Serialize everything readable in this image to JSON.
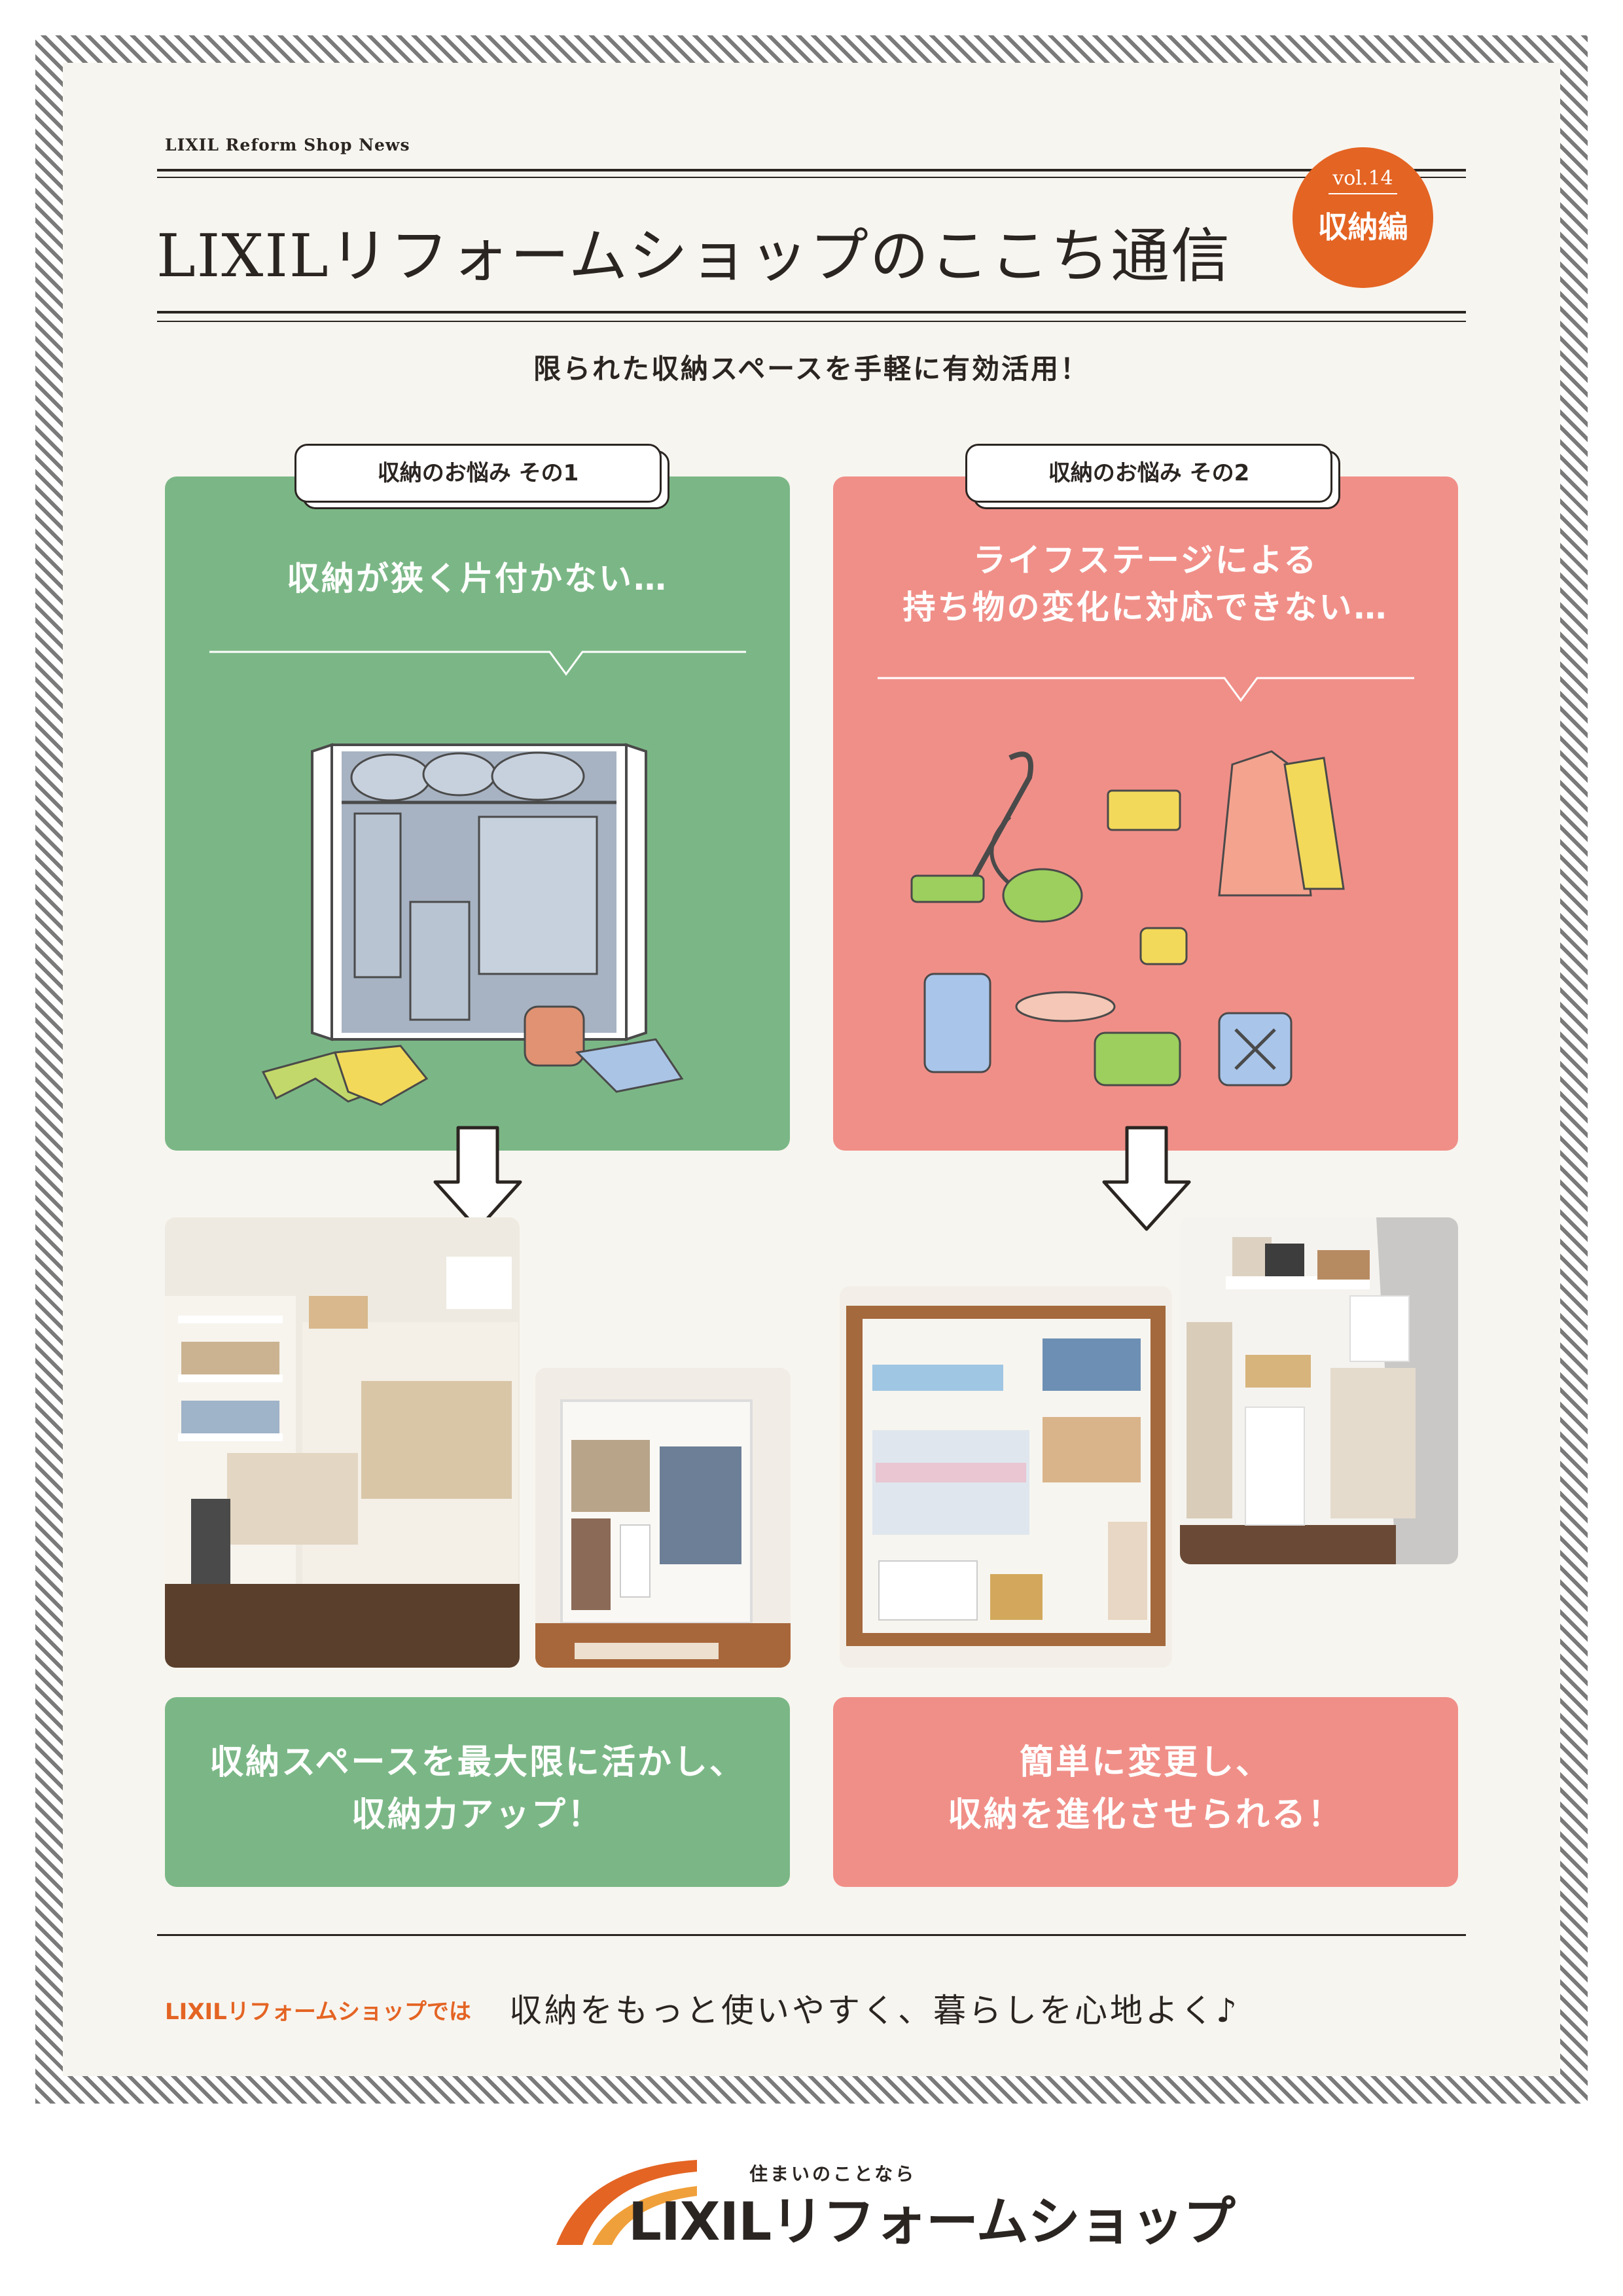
{
  "header": {
    "kicker": "LIXIL Reform Shop News",
    "title": "LIXILリフォームショップのここち通信",
    "badge_vol": "vol.14",
    "badge_label": "収納編"
  },
  "subtitle": "限られた収納スペースを手軽に有効活用！",
  "left": {
    "tag": "収納のお悩み その1",
    "headline": "収納が狭く片付かない…",
    "result_line1": "収納スペースを最大限に活かし、",
    "result_line2": "収納力アップ！"
  },
  "right": {
    "tag": "収納のお悩み その2",
    "headline_line1": "ライフステージによる",
    "headline_line2": "持ち物の変化に対応できない…",
    "result_line1": "簡単に変更し、",
    "result_line2": "収納を進化させられる！"
  },
  "footer": {
    "lead": "LIXILリフォームショップでは",
    "message": "収納をもっと使いやすく、暮らしを心地よく♪"
  },
  "logo": {
    "tagline": "住まいのことなら",
    "name": "LIXILリフォームショップ"
  },
  "colors": {
    "accent_orange": "#e46423",
    "panel_green": "#7bb786",
    "panel_pink": "#f08f88"
  }
}
